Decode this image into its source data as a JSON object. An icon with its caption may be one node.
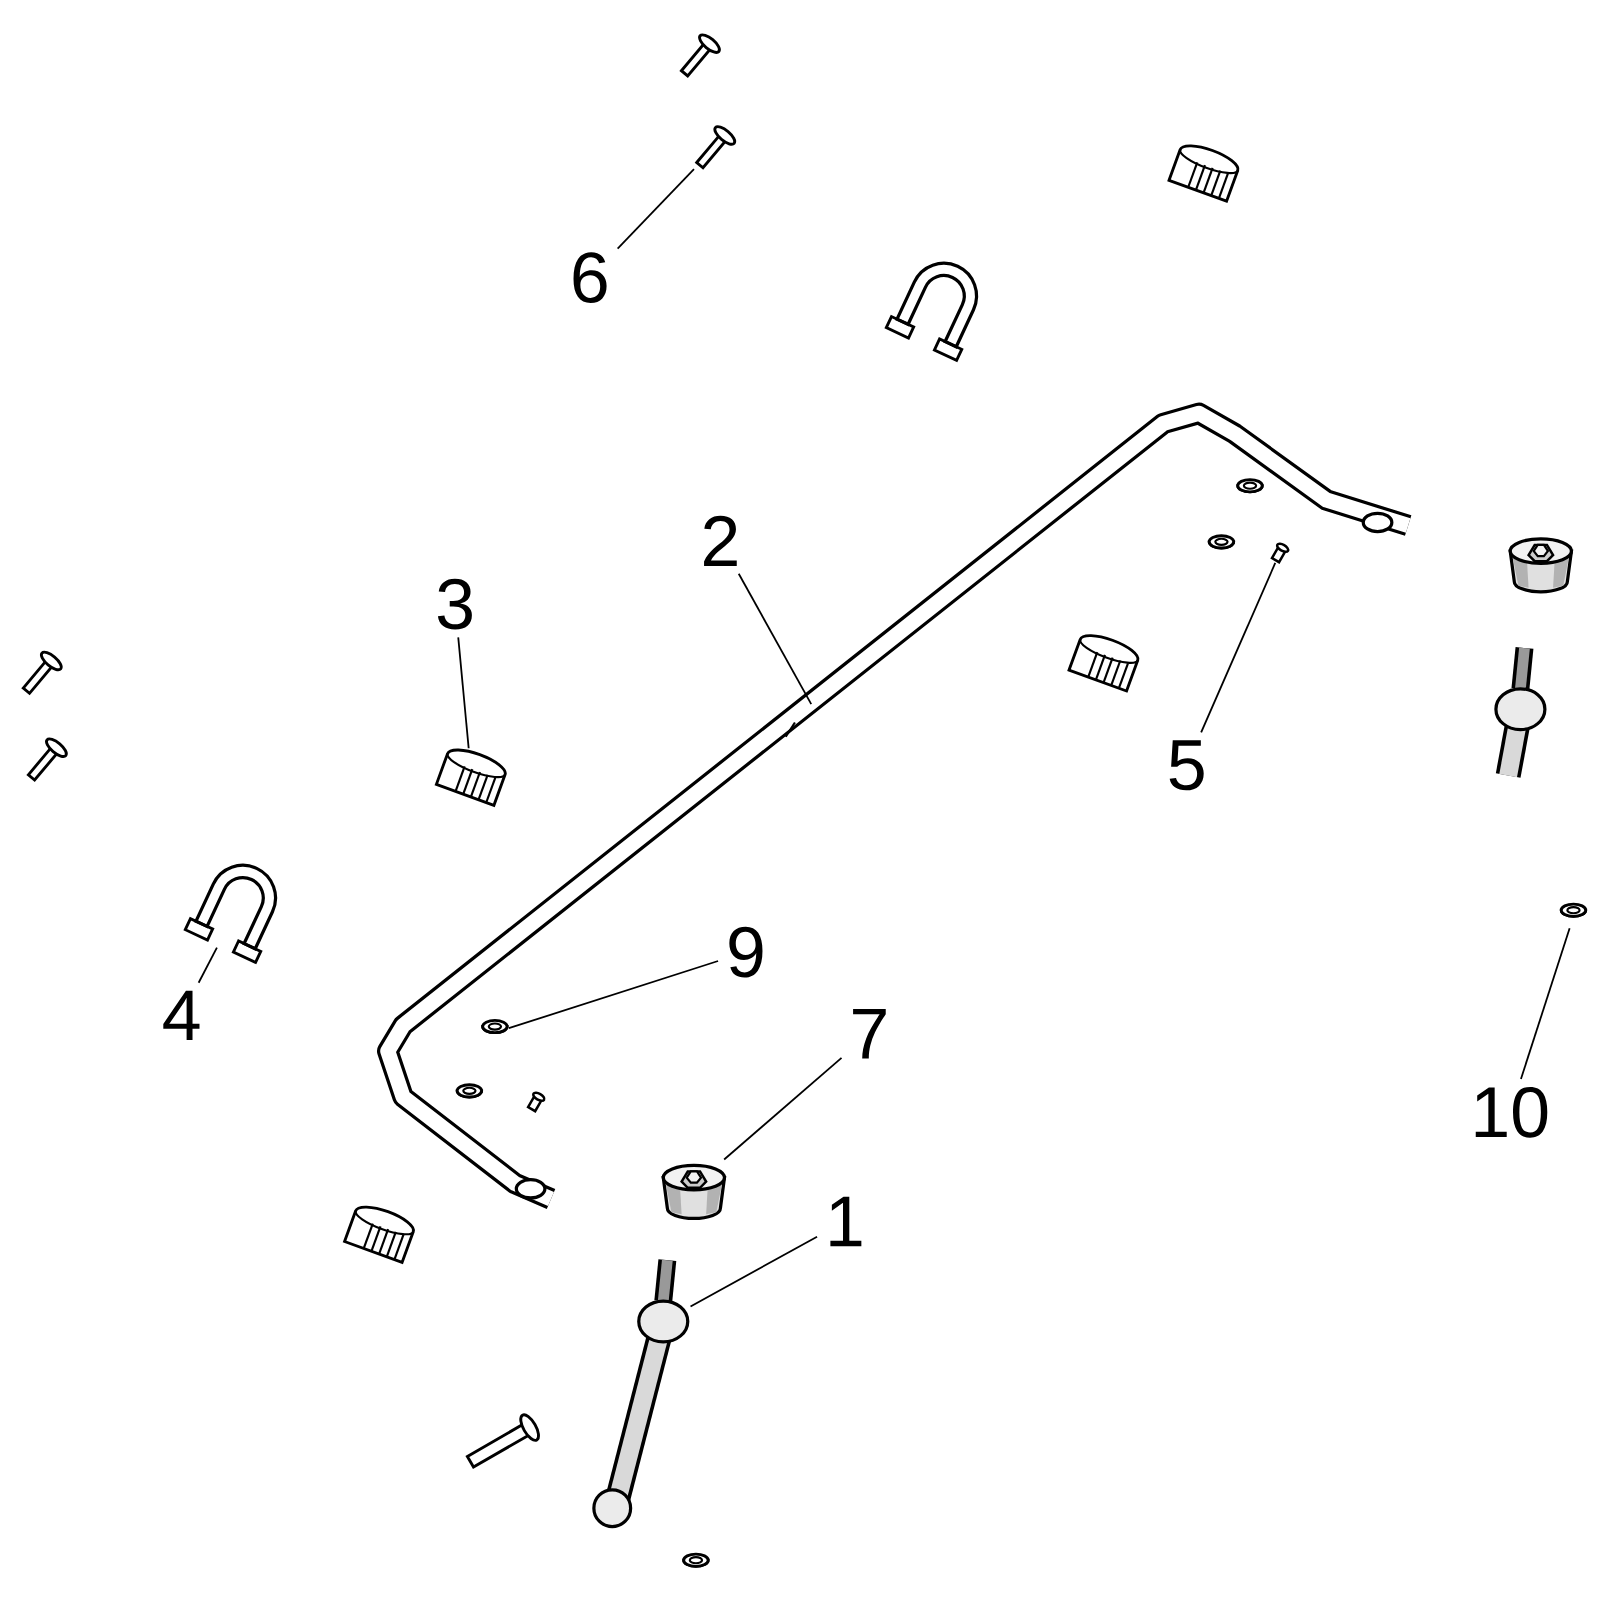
{
  "diagram": {
    "nodes": [
      {
        "text": [
          "6"
        ]
      },
      {
        "text": [],
        "shape": "picture"
      },
      {
        "text": [
          "2"
        ]
      },
      {
        "text": [
          "3"
        ]
      },
      {
        "text": [],
        "shape": "picture"
      },
      {
        "text": [
          "5"
        ]
      },
      {
        "text": [],
        "shape": "picture"
      },
      {
        "text": [
          "4"
        ]
      },
      {
        "text": [],
        "shape": "picture"
      },
      {
        "text": [
          "9"
        ]
      },
      {
        "text": [],
        "shape": "picture"
      },
      {
        "text": [
          "7"
        ]
      },
      {
        "text": [],
        "shape": "picture"
      },
      {
        "text": [
          "10"
        ]
      },
      {
        "text": [],
        "shape": "picture"
      },
      {
        "text": [
          "1"
        ]
      },
      {
        "text": [],
        "shape": "picture"
      }
    ],
    "edges": [
      {
        "from": 0,
        "to": 1,
        "arrow": "none"
      },
      {
        "from": 2,
        "to": null,
        "arrow": "none"
      },
      {
        "from": 3,
        "to": 4,
        "arrow": "none"
      },
      {
        "from": 5,
        "to": 6,
        "arrow": "none"
      },
      {
        "from": 7,
        "to": 8,
        "arrow": "none"
      },
      {
        "from": 9,
        "to": 10,
        "arrow": "none"
      },
      {
        "from": 11,
        "to": 12,
        "arrow": "none"
      },
      {
        "from": 13,
        "to": 14,
        "arrow": "none"
      },
      {
        "from": 15,
        "to": 16,
        "arrow": "none"
      }
    ]
  }
}
